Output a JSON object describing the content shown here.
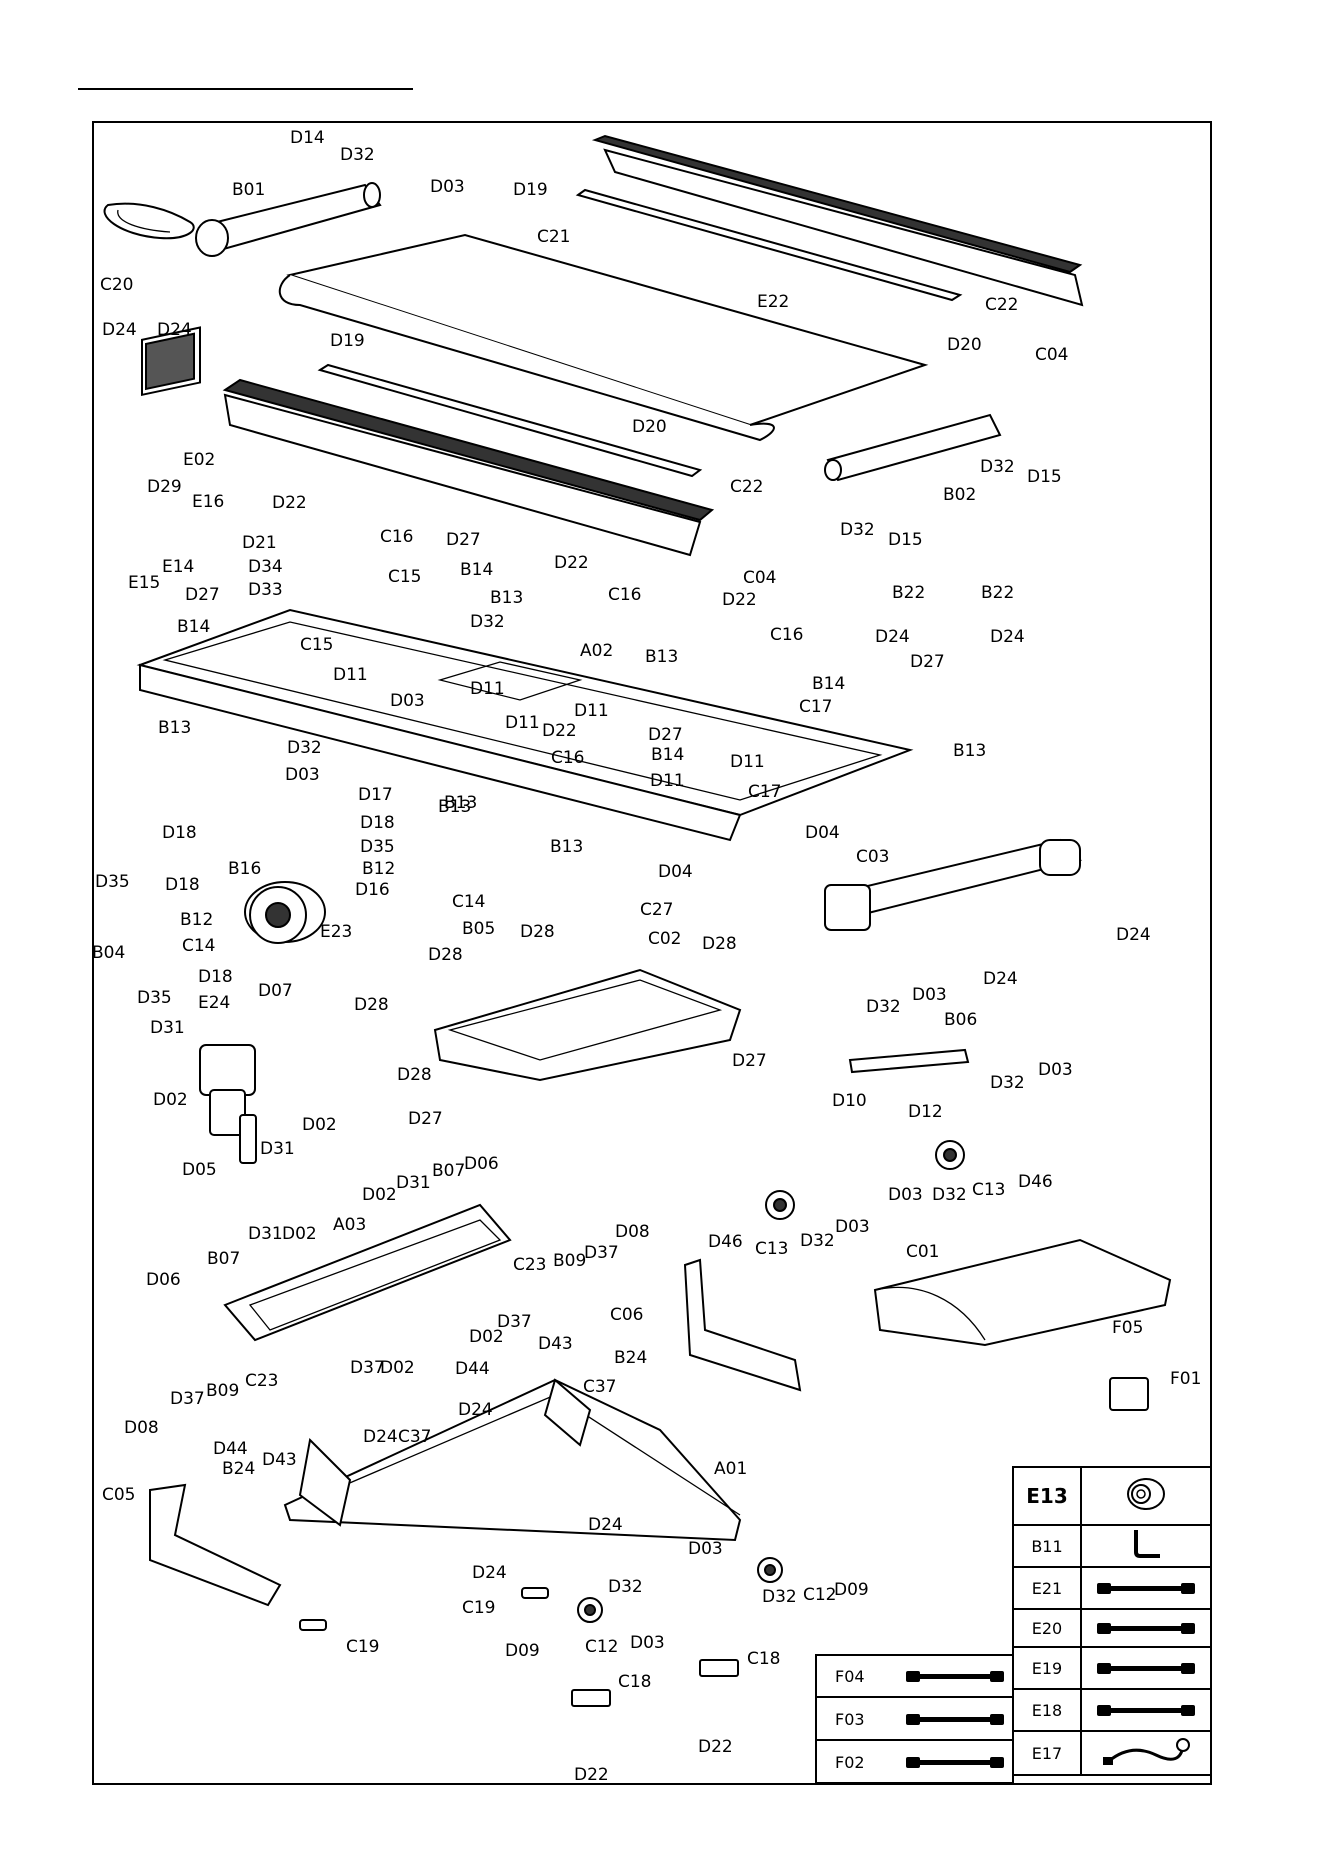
{
  "labels": [
    {
      "id": "D14",
      "text": "D14"
    },
    {
      "id": "D32a",
      "text": "D32"
    },
    {
      "id": "B01",
      "text": "B01"
    },
    {
      "id": "D03a",
      "text": "D03"
    },
    {
      "id": "D19a",
      "text": "D19"
    },
    {
      "id": "C20",
      "text": "C20"
    },
    {
      "id": "C21",
      "text": "C21"
    },
    {
      "id": "D19b",
      "text": "D19"
    },
    {
      "id": "E22",
      "text": "E22"
    },
    {
      "id": "C22a",
      "text": "C22"
    },
    {
      "id": "C04a",
      "text": "C04"
    },
    {
      "id": "D20a",
      "text": "D20"
    },
    {
      "id": "D24a",
      "text": "D24"
    },
    {
      "id": "D24b",
      "text": "D24"
    },
    {
      "id": "E02",
      "text": "E02"
    },
    {
      "id": "D20b",
      "text": "D20"
    },
    {
      "id": "C22b",
      "text": "C22"
    },
    {
      "id": "D32b",
      "text": "D32"
    },
    {
      "id": "D15a",
      "text": "D15"
    },
    {
      "id": "B02",
      "text": "B02"
    },
    {
      "id": "D32c",
      "text": "D32"
    },
    {
      "id": "D15b",
      "text": "D15"
    },
    {
      "id": "D29",
      "text": "D29"
    },
    {
      "id": "E16",
      "text": "E16"
    },
    {
      "id": "E14",
      "text": "E14"
    },
    {
      "id": "E15",
      "text": "E15"
    },
    {
      "id": "D22a",
      "text": "D22"
    },
    {
      "id": "C16a",
      "text": "C16"
    },
    {
      "id": "D27a",
      "text": "D27"
    },
    {
      "id": "C04b",
      "text": "C04"
    },
    {
      "id": "D21",
      "text": "D21"
    },
    {
      "id": "D34",
      "text": "D34"
    },
    {
      "id": "D27b",
      "text": "D27"
    },
    {
      "id": "D33",
      "text": "D33"
    },
    {
      "id": "B14a",
      "text": "B14"
    },
    {
      "id": "C15a",
      "text": "C15"
    },
    {
      "id": "B14b",
      "text": "B14"
    },
    {
      "id": "C15b",
      "text": "C15"
    },
    {
      "id": "D32d",
      "text": "D32"
    },
    {
      "id": "B13a",
      "text": "B13"
    },
    {
      "id": "D22b",
      "text": "D22"
    },
    {
      "id": "C16b",
      "text": "C16"
    },
    {
      "id": "B22a",
      "text": "B22"
    },
    {
      "id": "D24c",
      "text": "D24"
    },
    {
      "id": "B22b",
      "text": "B22"
    },
    {
      "id": "D24d",
      "text": "D24"
    },
    {
      "id": "D22c",
      "text": "D22"
    },
    {
      "id": "C16c",
      "text": "C16"
    },
    {
      "id": "A02",
      "text": "A02"
    },
    {
      "id": "B13b",
      "text": "B13"
    },
    {
      "id": "D27c",
      "text": "D27"
    },
    {
      "id": "D11a",
      "text": "D11"
    },
    {
      "id": "D03b",
      "text": "D03"
    },
    {
      "id": "D11b",
      "text": "D11"
    },
    {
      "id": "B14c",
      "text": "B14"
    },
    {
      "id": "C17a",
      "text": "C17"
    },
    {
      "id": "B13c",
      "text": "B13"
    },
    {
      "id": "D32e",
      "text": "D32"
    },
    {
      "id": "D03c",
      "text": "D03"
    },
    {
      "id": "D11c",
      "text": "D11"
    },
    {
      "id": "D11d",
      "text": "D11"
    },
    {
      "id": "D22d",
      "text": "D22"
    },
    {
      "id": "D27d",
      "text": "D27"
    },
    {
      "id": "B14d",
      "text": "B14"
    },
    {
      "id": "C16d",
      "text": "C16"
    },
    {
      "id": "D11e",
      "text": "D11"
    },
    {
      "id": "D11f",
      "text": "D11"
    },
    {
      "id": "C17b",
      "text": "C17"
    },
    {
      "id": "B13d",
      "text": "B13"
    },
    {
      "id": "B13e",
      "text": "B13"
    },
    {
      "id": "D04a",
      "text": "D04"
    },
    {
      "id": "D17",
      "text": "D17"
    },
    {
      "id": "B13f",
      "text": "B13"
    },
    {
      "id": "D18a",
      "text": "D18"
    },
    {
      "id": "D35a",
      "text": "D35"
    },
    {
      "id": "B12a",
      "text": "B12"
    },
    {
      "id": "C14a",
      "text": "C14"
    },
    {
      "id": "D16",
      "text": "D16"
    },
    {
      "id": "B05",
      "text": "B05"
    },
    {
      "id": "B13g",
      "text": "B13"
    },
    {
      "id": "D04b",
      "text": "D04"
    },
    {
      "id": "C03",
      "text": "C03"
    },
    {
      "id": "D18b",
      "text": "D18"
    },
    {
      "id": "D35b",
      "text": "D35"
    },
    {
      "id": "D18c",
      "text": "D18"
    },
    {
      "id": "B16",
      "text": "B16"
    },
    {
      "id": "B12b",
      "text": "B12"
    },
    {
      "id": "E23",
      "text": "E23"
    },
    {
      "id": "C14b",
      "text": "C14"
    },
    {
      "id": "B04",
      "text": "B04"
    },
    {
      "id": "D35c",
      "text": "D35"
    },
    {
      "id": "D18d",
      "text": "D18"
    },
    {
      "id": "D28a",
      "text": "D28"
    },
    {
      "id": "C27",
      "text": "C27"
    },
    {
      "id": "D28b",
      "text": "D28"
    },
    {
      "id": "C02",
      "text": "C02"
    },
    {
      "id": "D28c",
      "text": "D28"
    },
    {
      "id": "D24e",
      "text": "D24"
    },
    {
      "id": "D24f",
      "text": "D24"
    },
    {
      "id": "D07",
      "text": "D07"
    },
    {
      "id": "E24",
      "text": "E24"
    },
    {
      "id": "D28d",
      "text": "D28"
    },
    {
      "id": "D32f",
      "text": "D32"
    },
    {
      "id": "D03d",
      "text": "D03"
    },
    {
      "id": "B06",
      "text": "B06"
    },
    {
      "id": "D31a",
      "text": "D31"
    },
    {
      "id": "D02a",
      "text": "D02"
    },
    {
      "id": "D28e",
      "text": "D28"
    },
    {
      "id": "D27e",
      "text": "D27"
    },
    {
      "id": "D03e",
      "text": "D03"
    },
    {
      "id": "D32g",
      "text": "D32"
    },
    {
      "id": "D10",
      "text": "D10"
    },
    {
      "id": "D12",
      "text": "D12"
    },
    {
      "id": "D27f",
      "text": "D27"
    },
    {
      "id": "D02b",
      "text": "D02"
    },
    {
      "id": "D31b",
      "text": "D31"
    },
    {
      "id": "D05",
      "text": "D05"
    },
    {
      "id": "D03f",
      "text": "D03"
    },
    {
      "id": "D32h",
      "text": "D32"
    },
    {
      "id": "C13a",
      "text": "C13"
    },
    {
      "id": "D46a",
      "text": "D46"
    },
    {
      "id": "D02c",
      "text": "D02"
    },
    {
      "id": "D31c",
      "text": "D31"
    },
    {
      "id": "B07a",
      "text": "B07"
    },
    {
      "id": "D06a",
      "text": "D06"
    },
    {
      "id": "D08a",
      "text": "D08"
    },
    {
      "id": "D31d",
      "text": "D31"
    },
    {
      "id": "D02d",
      "text": "D02"
    },
    {
      "id": "A03",
      "text": "A03"
    },
    {
      "id": "C23a",
      "text": "C23"
    },
    {
      "id": "B09a",
      "text": "B09"
    },
    {
      "id": "D37a",
      "text": "D37"
    },
    {
      "id": "D46b",
      "text": "D46"
    },
    {
      "id": "C13b",
      "text": "C13"
    },
    {
      "id": "D32i",
      "text": "D32"
    },
    {
      "id": "D03g",
      "text": "D03"
    },
    {
      "id": "C01",
      "text": "C01"
    },
    {
      "id": "D06b",
      "text": "D06"
    },
    {
      "id": "B07b",
      "text": "B07"
    },
    {
      "id": "D02e",
      "text": "D02"
    },
    {
      "id": "D37b",
      "text": "D37"
    },
    {
      "id": "C06",
      "text": "C06"
    },
    {
      "id": "F05",
      "text": "F05"
    },
    {
      "id": "F01",
      "text": "F01"
    },
    {
      "id": "D37c",
      "text": "D37"
    },
    {
      "id": "D02f",
      "text": "D02"
    },
    {
      "id": "D43a",
      "text": "D43"
    },
    {
      "id": "D44a",
      "text": "D44"
    },
    {
      "id": "B24a",
      "text": "B24"
    },
    {
      "id": "C37a",
      "text": "C37"
    },
    {
      "id": "D08b",
      "text": "D08"
    },
    {
      "id": "D37d",
      "text": "D37"
    },
    {
      "id": "B09b",
      "text": "B09"
    },
    {
      "id": "C23b",
      "text": "C23"
    },
    {
      "id": "D24g",
      "text": "D24"
    },
    {
      "id": "D44b",
      "text": "D44"
    },
    {
      "id": "D43b",
      "text": "D43"
    },
    {
      "id": "D24h",
      "text": "D24"
    },
    {
      "id": "C37b",
      "text": "C37"
    },
    {
      "id": "A01",
      "text": "A01"
    },
    {
      "id": "B24b",
      "text": "B24"
    },
    {
      "id": "C05",
      "text": "C05"
    },
    {
      "id": "D24i",
      "text": "D24"
    },
    {
      "id": "D24j",
      "text": "D24"
    },
    {
      "id": "D03h",
      "text": "D03"
    },
    {
      "id": "D32j",
      "text": "D32"
    },
    {
      "id": "C12a",
      "text": "C12"
    },
    {
      "id": "D09a",
      "text": "D09"
    },
    {
      "id": "C19a",
      "text": "C19"
    },
    {
      "id": "D32k",
      "text": "D32"
    },
    {
      "id": "D03i",
      "text": "D03"
    },
    {
      "id": "C19b",
      "text": "C19"
    },
    {
      "id": "D09b",
      "text": "D09"
    },
    {
      "id": "C12b",
      "text": "C12"
    },
    {
      "id": "C18a",
      "text": "C18"
    },
    {
      "id": "C18b",
      "text": "C18"
    },
    {
      "id": "D22e",
      "text": "D22"
    },
    {
      "id": "D22f",
      "text": "D22"
    }
  ],
  "legend": [
    {
      "code": "E13",
      "icon": "spacer-ring-icon"
    },
    {
      "code": "B11",
      "icon": "hex-key-icon"
    },
    {
      "code": "E21",
      "icon": "cable-icon"
    },
    {
      "code": "E20",
      "icon": "cable-icon"
    },
    {
      "code": "E19",
      "icon": "cable-icon"
    },
    {
      "code": "E18",
      "icon": "cable-icon"
    },
    {
      "code": "E17",
      "icon": "power-cord-icon"
    }
  ],
  "legend2": [
    {
      "code": "F04",
      "icon": "cable-icon"
    },
    {
      "code": "F03",
      "icon": "cable-icon"
    },
    {
      "code": "F02",
      "icon": "cable-icon"
    }
  ]
}
